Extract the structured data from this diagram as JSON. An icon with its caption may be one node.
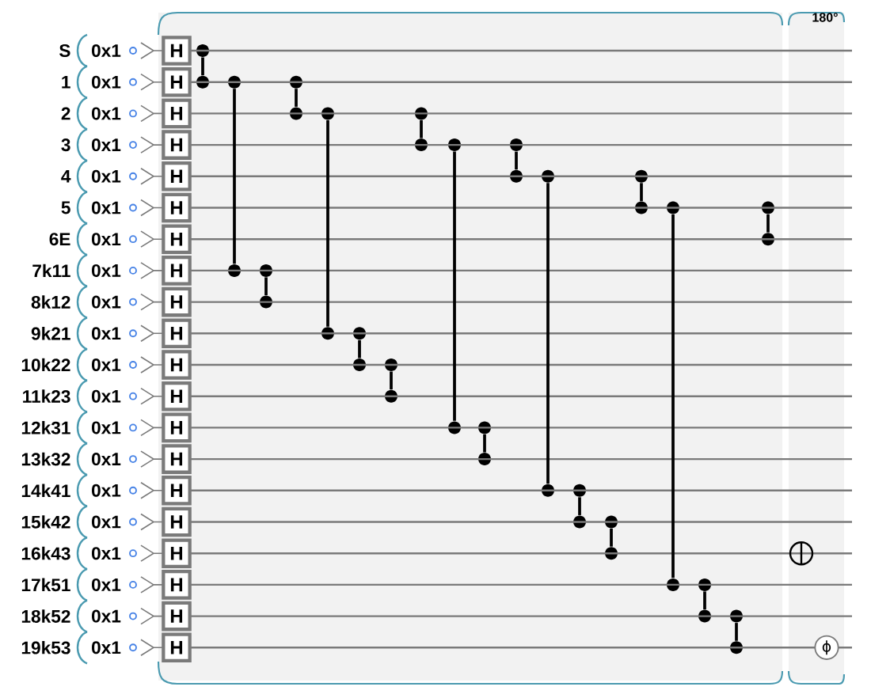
{
  "diagram": {
    "nodes": [
      {
        "text": [
          "H"
        ]
      },
      {
        "text": [
          "H"
        ]
      },
      {
        "text": [
          "H"
        ]
      },
      {
        "text": [
          "H"
        ]
      },
      {
        "text": [
          "H"
        ]
      },
      {
        "text": [
          "H"
        ]
      },
      {
        "text": [
          "H"
        ]
      },
      {
        "text": [
          "H"
        ]
      },
      {
        "text": [
          "H"
        ]
      },
      {
        "text": [
          "H"
        ]
      },
      {
        "text": [
          "H"
        ]
      },
      {
        "text": [
          "H"
        ]
      },
      {
        "text": [
          "H"
        ]
      },
      {
        "text": [
          "H"
        ]
      },
      {
        "text": [
          "H"
        ]
      },
      {
        "text": [
          "H"
        ]
      },
      {
        "text": [
          "H"
        ]
      },
      {
        "text": [
          "H"
        ]
      },
      {
        "text": [
          "H"
        ]
      },
      {
        "text": [
          "H"
        ]
      },
      {
        "text": [],
        "shape": "circle"
      },
      {
        "text": [],
        "shape": "circle"
      },
      {
        "text": [],
        "shape": "circle"
      },
      {
        "text": [],
        "shape": "circle"
      },
      {
        "text": [],
        "shape": "circle"
      },
      {
        "text": [],
        "shape": "circle"
      },
      {
        "text": [],
        "shape": "circle"
      },
      {
        "text": [],
        "shape": "circle"
      },
      {
        "text": [],
        "shape": "circle"
      },
      {
        "text": [],
        "shape": "circle"
      },
      {
        "text": [],
        "shape": "circle"
      },
      {
        "text": [],
        "shape": "circle"
      },
      {
        "text": [],
        "shape": "circle"
      },
      {
        "text": [],
        "shape": "circle"
      },
      {
        "text": [],
        "shape": "circle"
      },
      {
        "text": [],
        "shape": "circle"
      },
      {
        "text": [],
        "shape": "circle"
      },
      {
        "text": [],
        "shape": "circle"
      },
      {
        "text": [],
        "shape": "circle"
      },
      {
        "text": [],
        "shape": "circle"
      },
      {
        "text": [],
        "shape": "circle"
      },
      {
        "text": [],
        "shape": "circle"
      },
      {
        "text": [],
        "shape": "circle"
      },
      {
        "text": [],
        "shape": "circle"
      },
      {
        "text": [],
        "shape": "circle"
      },
      {
        "text": [],
        "shape": "circle"
      },
      {
        "text": [],
        "shape": "circle"
      },
      {
        "text": [],
        "shape": "circle"
      },
      {
        "text": [],
        "shape": "circle"
      },
      {
        "text": [],
        "shape": "circle"
      },
      {
        "text": [],
        "shape": "circle"
      },
      {
        "text": [],
        "shape": "circle"
      },
      {
        "text": [],
        "shape": "circle"
      },
      {
        "text": [],
        "shape": "circle"
      },
      {
        "text": [],
        "shape": "circle"
      },
      {
        "text": [],
        "shape": "circle"
      },
      {
        "text": [],
        "shape": "circle"
      },
      {
        "text": [],
        "shape": "circle"
      }
    ],
    "edges": [
      {
        "from": 20,
        "to": 21,
        "arrow": "none",
        "color": "#000000"
      },
      {
        "from": 22,
        "to": 23,
        "arrow": "none",
        "color": "#000000"
      },
      {
        "from": 24,
        "to": 25,
        "arrow": "none",
        "color": "#000000"
      },
      {
        "from": 26,
        "to": 27,
        "arrow": "none",
        "color": "#000000"
      },
      {
        "from": 28,
        "to": 29,
        "arrow": "none",
        "color": "#000000"
      },
      {
        "from": 30,
        "to": 31,
        "arrow": "none",
        "color": "#000000"
      },
      {
        "from": 32,
        "to": 33,
        "arrow": "none",
        "color": "#000000"
      },
      {
        "from": 34,
        "to": 35,
        "arrow": "none",
        "color": "#000000"
      },
      {
        "from": 36,
        "to": 37,
        "arrow": "none",
        "color": "#000000"
      },
      {
        "from": 38,
        "to": 39,
        "arrow": "none",
        "color": "#000000"
      },
      {
        "from": 40,
        "to": 41,
        "arrow": "none",
        "color": "#000000"
      },
      {
        "from": 42,
        "to": 43,
        "arrow": "none",
        "color": "#000000"
      },
      {
        "from": 44,
        "to": 45,
        "arrow": "none",
        "color": "#000000"
      },
      {
        "from": 46,
        "to": 47,
        "arrow": "none",
        "color": "#000000"
      },
      {
        "from": 48,
        "to": 49,
        "arrow": "none",
        "color": "#000000"
      },
      {
        "from": 50,
        "to": 51,
        "arrow": "none",
        "color": "#000000"
      },
      {
        "from": 52,
        "to": 53,
        "arrow": "none",
        "color": "#000000"
      },
      {
        "from": 54,
        "to": 55,
        "arrow": "none",
        "color": "#000000"
      },
      {
        "from": 56,
        "to": 57,
        "arrow": "none",
        "color": "#000000"
      },
      {
        "from": 0,
        "to": null,
        "arrow": "none"
      },
      {
        "from": 1,
        "to": null,
        "arrow": "none"
      },
      {
        "from": 2,
        "to": null,
        "arrow": "none"
      },
      {
        "from": 3,
        "to": null,
        "arrow": "none"
      },
      {
        "from": 4,
        "to": null,
        "arrow": "none"
      },
      {
        "from": 5,
        "to": null,
        "arrow": "none"
      },
      {
        "from": 6,
        "to": null,
        "arrow": "none"
      },
      {
        "from": 7,
        "to": null,
        "arrow": "none"
      },
      {
        "from": 8,
        "to": null,
        "arrow": "none"
      },
      {
        "from": 9,
        "to": null,
        "arrow": "none"
      },
      {
        "from": 10,
        "to": null,
        "arrow": "none"
      },
      {
        "from": 11,
        "to": null,
        "arrow": "none"
      },
      {
        "from": 12,
        "to": null,
        "arrow": "none"
      },
      {
        "from": 13,
        "to": null,
        "arrow": "none"
      },
      {
        "from": 14,
        "to": null,
        "arrow": "none"
      },
      {
        "from": 15,
        "to": null,
        "arrow": "none"
      },
      {
        "from": 16,
        "to": null,
        "arrow": "none"
      },
      {
        "from": 17,
        "to": null,
        "arrow": "none"
      },
      {
        "from": 18,
        "to": null,
        "arrow": "none"
      },
      {
        "from": 19,
        "to": null,
        "arrow": "none"
      }
    ],
    "labels": [
      "S",
      "0x1",
      "1",
      "0x1",
      "2",
      "0x1",
      "3",
      "0x1",
      "4",
      "0x1",
      "5",
      "0x1",
      "6E",
      "0x1",
      "7k11",
      "0x1",
      "8k12",
      "0x1",
      "9k21",
      "0x1",
      "10k22",
      "0x1",
      "11k23",
      "0x1",
      "12k31",
      "0x1",
      "13k32",
      "0x1",
      "14k41",
      "0x1",
      "15k42",
      "0x1",
      "16k43",
      "0x1",
      "17k51",
      "0x1",
      "18k52",
      "0x1",
      "19k53",
      "0x1",
      "180°",
      "ϕ"
    ]
  }
}
